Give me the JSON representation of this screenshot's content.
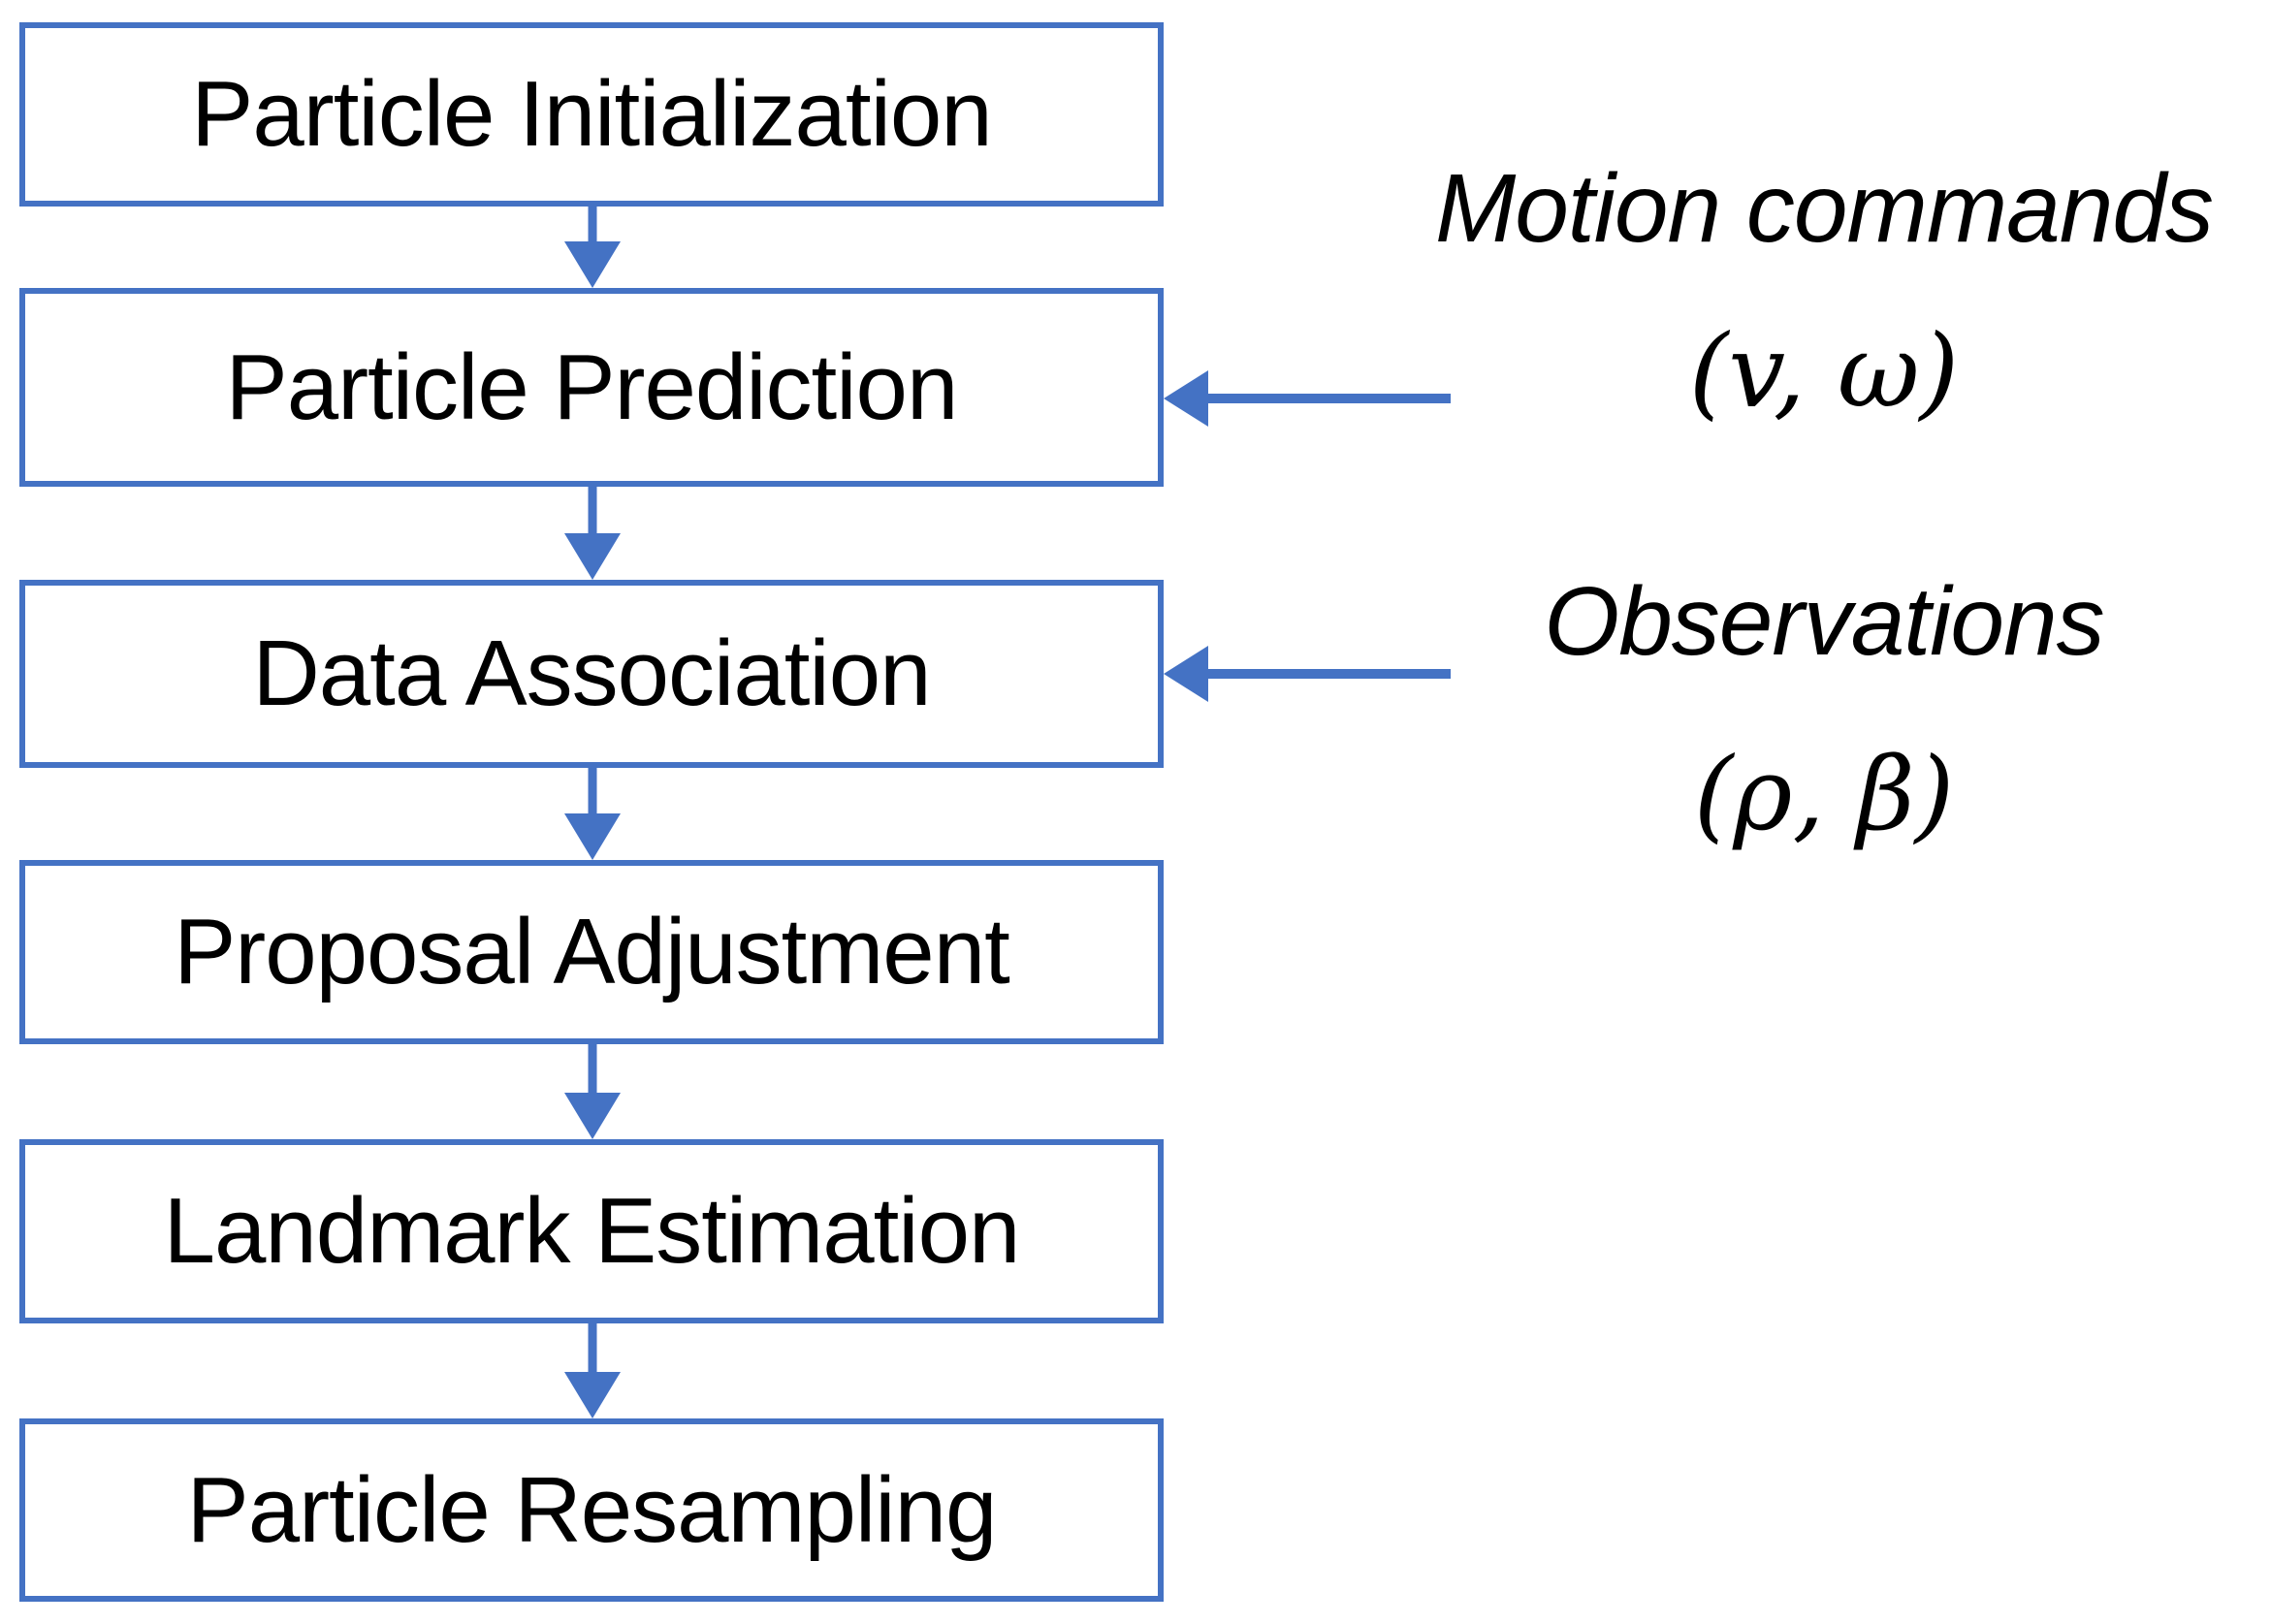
{
  "colors": {
    "accent": "#4472C4",
    "text": "#000000",
    "background": "#ffffff"
  },
  "flowchart": {
    "steps": [
      {
        "label": "Particle Initialization"
      },
      {
        "label": "Particle Prediction"
      },
      {
        "label": "Data Association"
      },
      {
        "label": "Proposal Adjustment"
      },
      {
        "label": "Landmark Estimation"
      },
      {
        "label": "Particle Resampling"
      }
    ],
    "inputs": [
      {
        "title": "Motion commands",
        "symbols": "(v, ω)",
        "target": "Particle Prediction"
      },
      {
        "title": "Observations",
        "symbols": "(ρ, β)",
        "target": "Data Association"
      }
    ]
  }
}
